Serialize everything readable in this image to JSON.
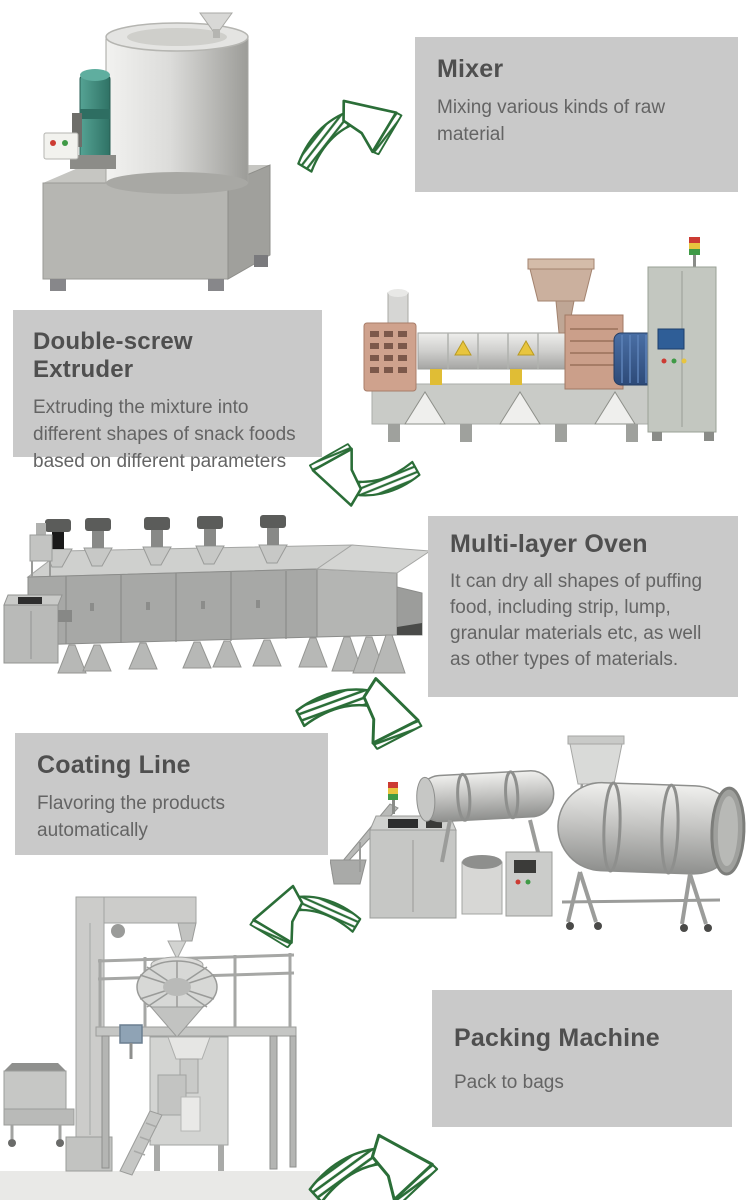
{
  "page": {
    "type": "production-line-infographic",
    "background": "#ffffff"
  },
  "colors": {
    "card_bg": "#c9c9c9",
    "title_text": "#4f4f4f",
    "description_text": "#646464",
    "arrow_green": "#2b6e38"
  },
  "steps": [
    {
      "title": "Mixer",
      "description": "Mixing various kinds of raw material",
      "image": "mixer-machine-photo"
    },
    {
      "title": "Double-screw  Extruder",
      "description": "Extruding the mixture into different shapes of snack foods based on different parameters",
      "image": "double-screw-extruder-machine-photo"
    },
    {
      "title": "Multi-layer Oven",
      "description": "It can dry all shapes of puffing food, including strip, lump, granular materials etc, as well as other types of materials.",
      "image": "multi-layer-oven-machine-photo"
    },
    {
      "title": "Coating Line",
      "description": "Flavoring the products automatically",
      "image": "coating-line-machine-photo"
    },
    {
      "title": "Packing Machine",
      "description": "Pack to bags",
      "image": "packing-machine-photo"
    }
  ],
  "arrows": [
    {
      "icon": "flow-arrow-icon",
      "direction": "right-up"
    },
    {
      "icon": "flow-arrow-icon",
      "direction": "left-down"
    },
    {
      "icon": "flow-arrow-icon",
      "direction": "right-down"
    },
    {
      "icon": "flow-arrow-icon",
      "direction": "left-up"
    },
    {
      "icon": "flow-arrow-icon",
      "direction": "right-up"
    }
  ]
}
